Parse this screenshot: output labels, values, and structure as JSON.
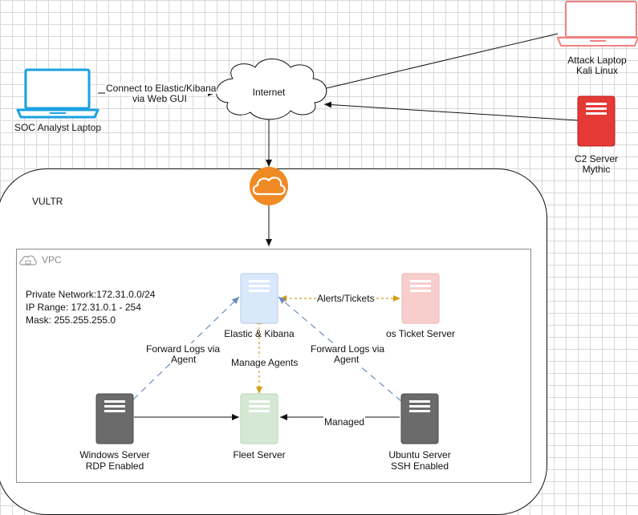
{
  "nodes": {
    "soc_laptop": {
      "label": "SOC Analyst Laptop"
    },
    "internet": {
      "label": "Internet"
    },
    "attack_laptop": {
      "label_line1": "Attack Laptop",
      "label_line2": "Kali Linux"
    },
    "c2_server": {
      "label_line1": "C2 Server",
      "label_line2": "Mythic"
    },
    "elastic": {
      "label": "Elastic & Kibana"
    },
    "osticket": {
      "label": "os Ticket Server"
    },
    "fleet": {
      "label": "Fleet Server"
    },
    "windows": {
      "label_line1": "Windows Server",
      "label_line2": "RDP Enabled"
    },
    "ubuntu": {
      "label_line1": "Ubuntu Server",
      "label_line2": "SSH Enabled"
    }
  },
  "groups": {
    "vultr": {
      "label": "VULTR"
    },
    "vpc": {
      "label": "VPC",
      "info": [
        "Private Network:172.31.0.0/24",
        "IP Range: 172.31.0.1 - 254",
        "Mask: 255.255.255.0"
      ]
    }
  },
  "edges": {
    "soc_to_internet": {
      "line1": "Connect to Elastic/Kibana",
      "line2": "via Web GUI"
    },
    "elastic_osticket": {
      "label": "Alerts/Tickets"
    },
    "windows_to_elastic": {
      "line1": "Forward Logs via",
      "line2": "Agent"
    },
    "ubuntu_to_elastic": {
      "line1": "Forward Logs via",
      "line2": "Agent"
    },
    "elastic_fleet": {
      "label": "Manage Agents"
    },
    "fleet_ubuntu": {
      "label": "Managed"
    }
  },
  "colors": {
    "soc_laptop": "#1ba1e2",
    "attack_laptop": "#f08080",
    "c2_server": "#e53935",
    "cloud_gateway": "#f08a24",
    "elastic": "#dae8fc",
    "osticket": "#f8cecc",
    "fleet": "#d5e8d4",
    "grey_server": "#6b6b6b",
    "dashed_blue": "#6c8ebf",
    "dashed_orange": "#d6a016"
  }
}
